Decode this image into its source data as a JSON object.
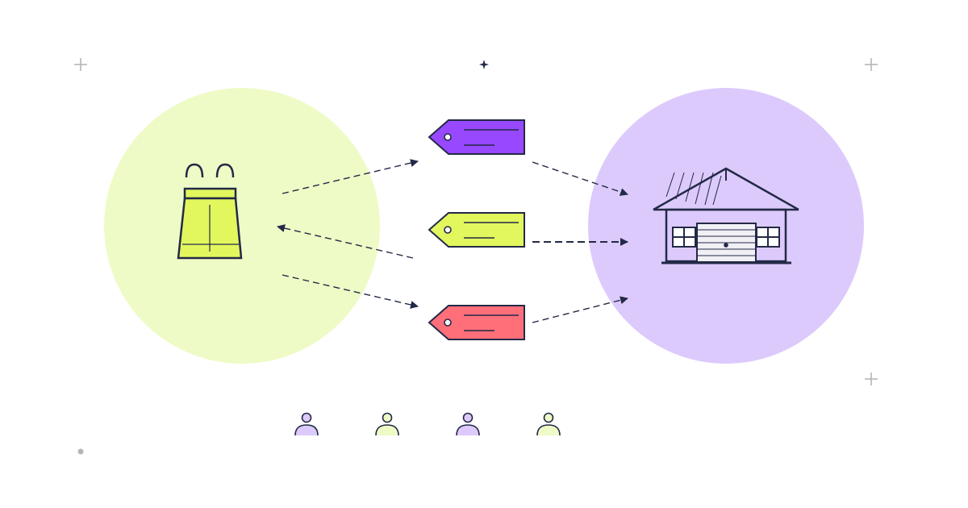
{
  "colors": {
    "background": "#ffffff",
    "ink": "#232946",
    "left_circle": "#eefbc6",
    "right_circle": "#dccafc",
    "bag_fill": "#e2f75e",
    "tag_top": "#9849ff",
    "tag_middle": "#e2f75e",
    "tag_bottom": "#ff6f7a",
    "person_purple": "#dccafc",
    "person_green": "#eefbc6",
    "marker_gray": "#b5b5b5",
    "garage_door": "#f0f0f5"
  },
  "icons": {
    "shopping": "shopping-bag-icon",
    "home": "house-icon",
    "tag": "price-tag-icon",
    "person": "person-icon"
  },
  "tags": [
    {
      "id": "top",
      "color_key": "tag_top"
    },
    {
      "id": "middle",
      "color_key": "tag_middle"
    },
    {
      "id": "bottom",
      "color_key": "tag_bottom"
    }
  ],
  "people": [
    {
      "color_key": "person_purple"
    },
    {
      "color_key": "person_green"
    },
    {
      "color_key": "person_purple"
    },
    {
      "color_key": "person_green"
    }
  ]
}
